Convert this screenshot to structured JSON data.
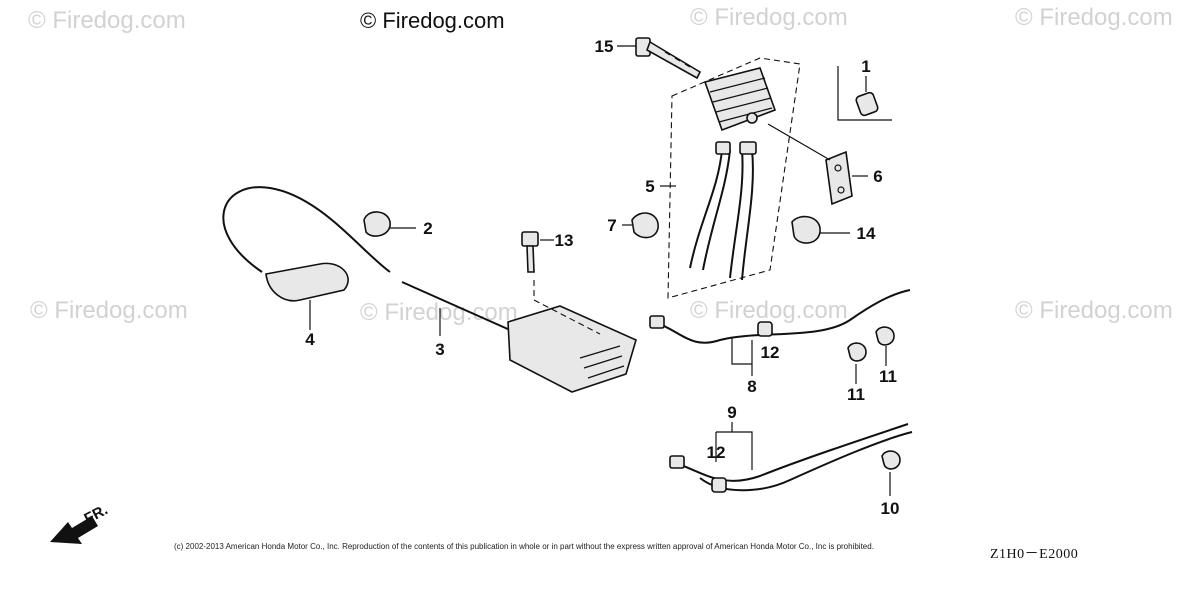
{
  "watermarks": [
    "© Firedog.com",
    "© Firedog.com",
    "© Firedog.com",
    "© Firedog.com",
    "© Firedog.com",
    "© Firedog.com",
    "© Firedog.com",
    "© Firedog.com"
  ],
  "callouts": [
    "1",
    "2",
    "3",
    "4",
    "5",
    "6",
    "7",
    "8",
    "9",
    "10",
    "11",
    "11",
    "12",
    "12",
    "13",
    "14",
    "15"
  ],
  "direction_label": "FR.",
  "copyright": "(c) 2002-2013 American Honda Motor Co., Inc. Reproduction of the contents of this publication in whole or in part without the express written approval of American Honda Motor Co., Inc is prohibited.",
  "diagram_code": "Z1H0－E2000"
}
